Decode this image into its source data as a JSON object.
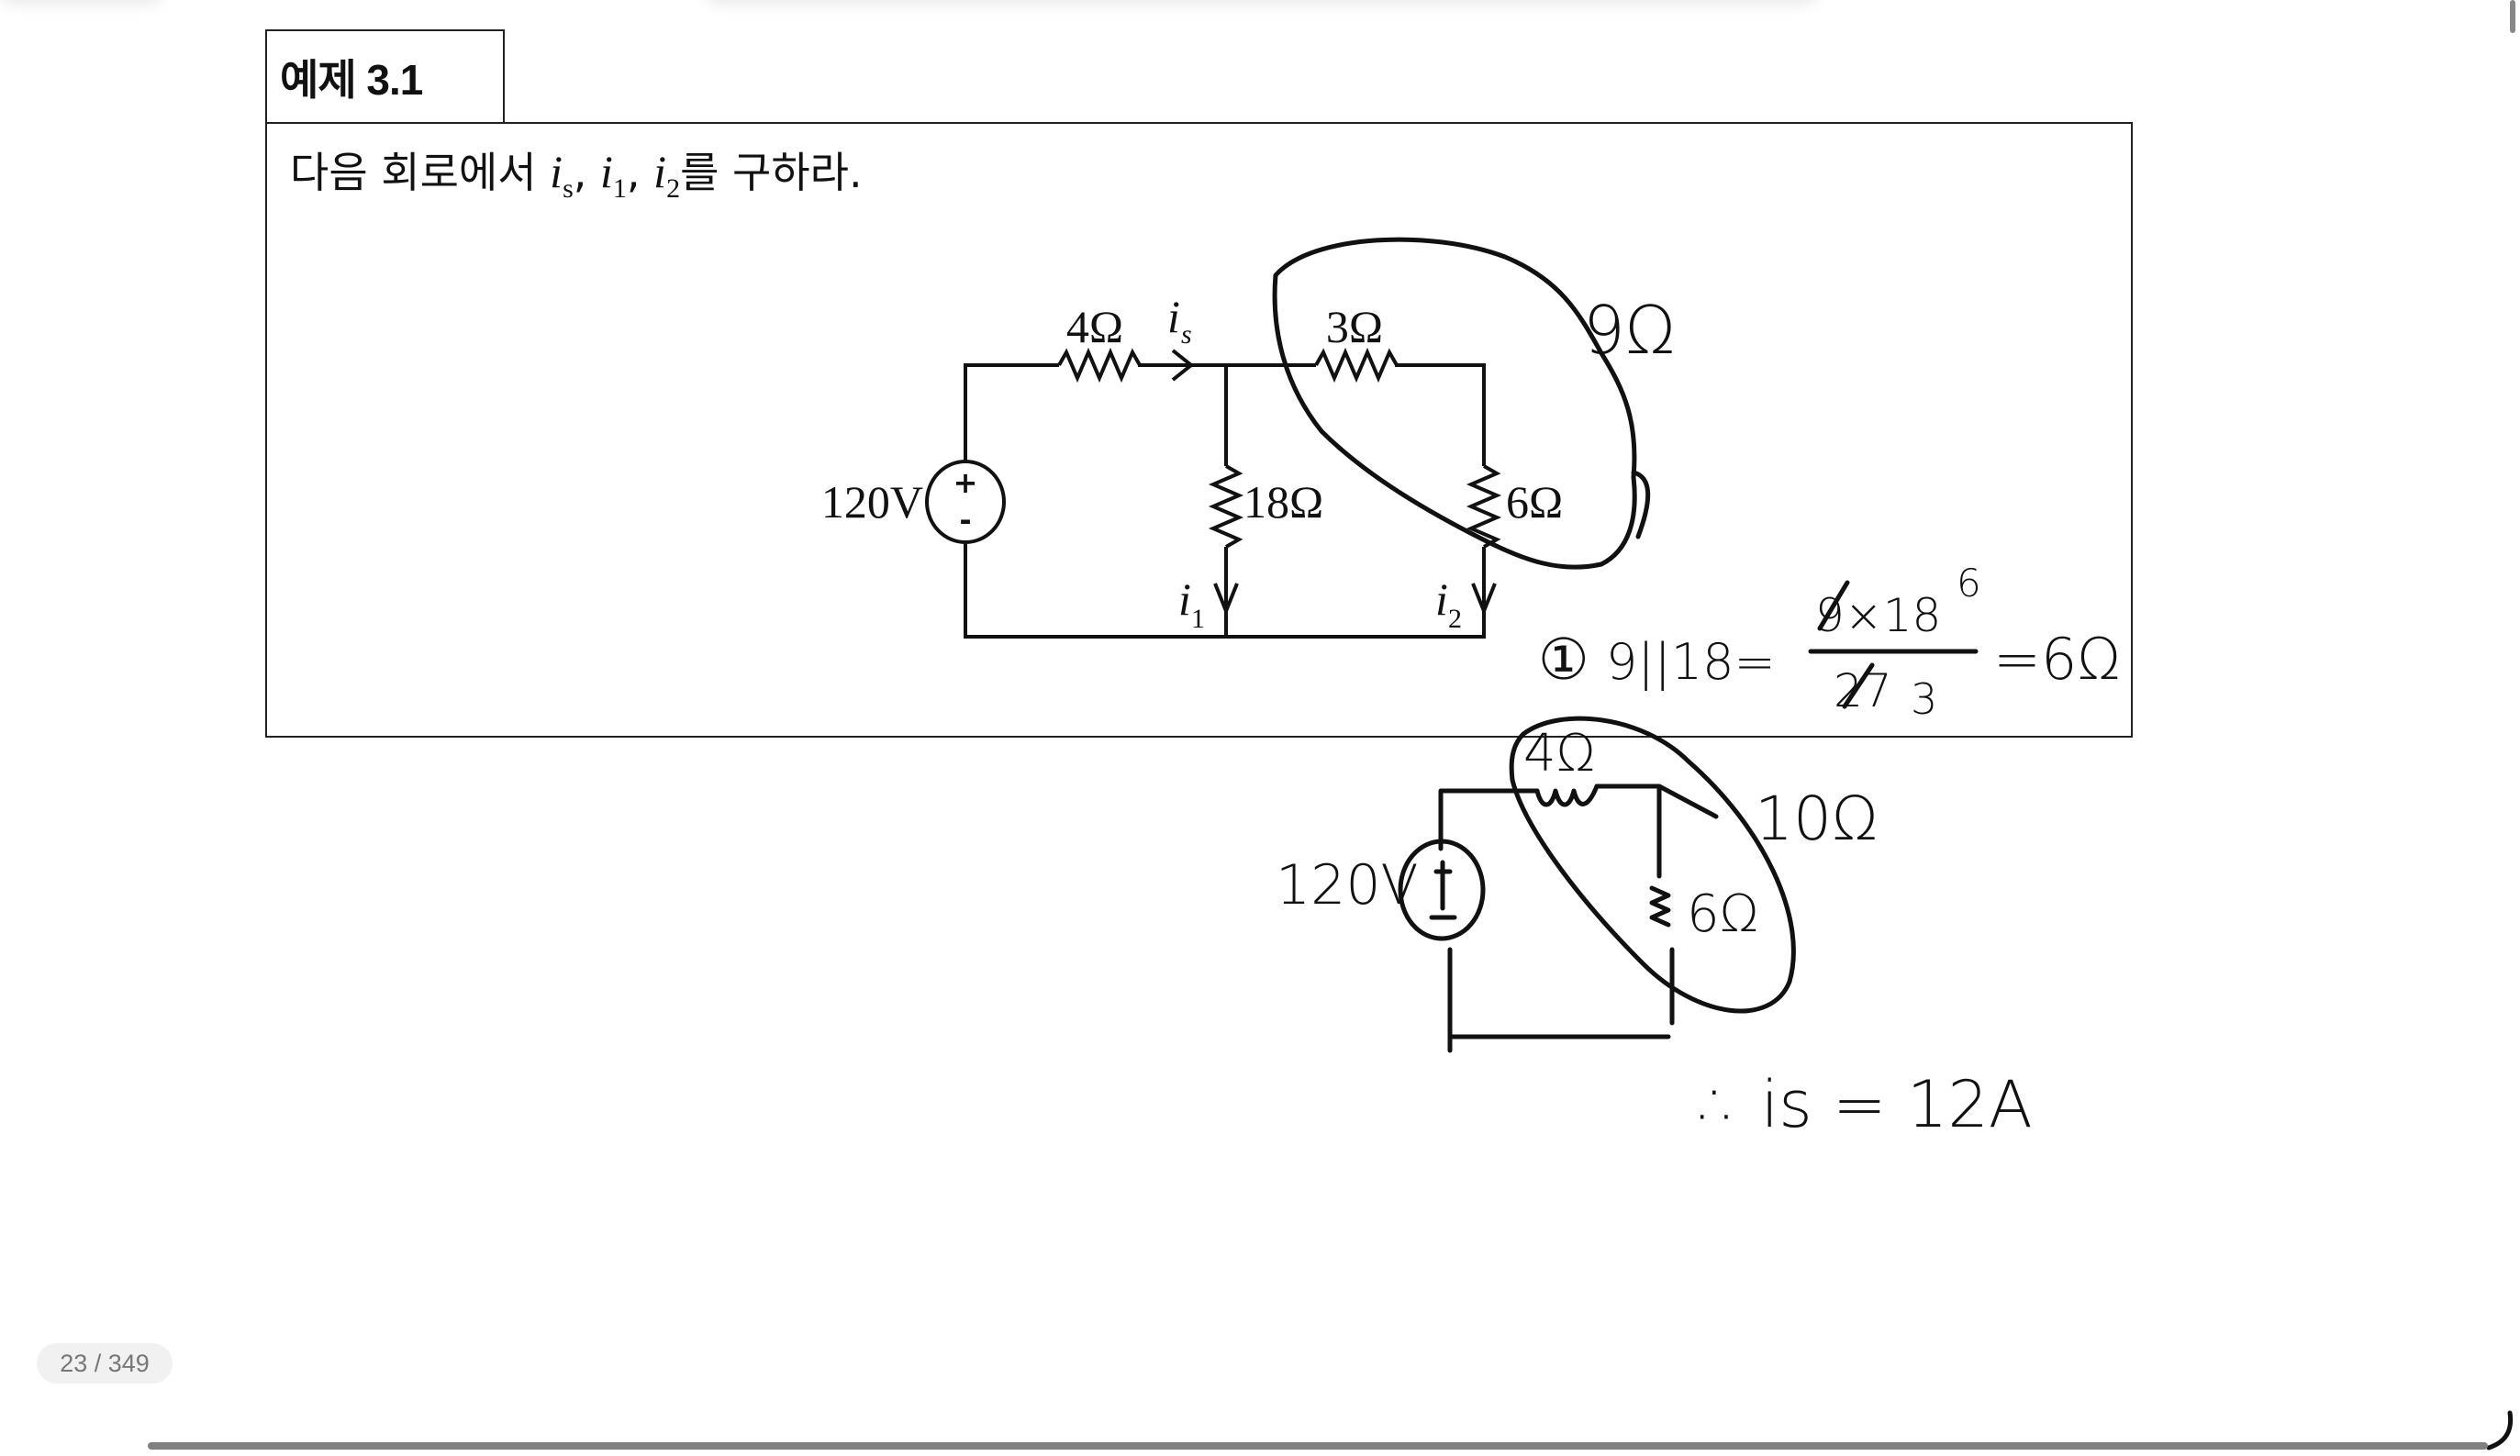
{
  "example": {
    "title": "예제 3.1",
    "problem_prefix": "다음 회로에서",
    "var_is": "i",
    "var_is_sub": "s",
    "var_i1": "i",
    "var_i1_sub": "1",
    "var_i2": "i",
    "var_i2_sub": "2",
    "sep": ",",
    "problem_suffix": "를 구하라."
  },
  "circuit": {
    "source_label": "120V",
    "plus": "+",
    "minus": "-",
    "r1": "4Ω",
    "r2": "3Ω",
    "r3": "18Ω",
    "r4": "6Ω",
    "is": "i",
    "is_sub": "s",
    "i1": "i",
    "i1_sub": "1",
    "i2": "i",
    "i2_sub": "2"
  },
  "handwriting": {
    "loop_label": "9Ω",
    "step": "①",
    "parallel": "9||18=",
    "numerator": "9×18",
    "numerator_reduced": "6",
    "denominator": "27",
    "denominator_reduced": "3",
    "result": "=6Ω",
    "small_source": "120V",
    "small_r1": "4Ω",
    "small_r2": "6Ω",
    "total": "10Ω",
    "answer": "∴ is = 12A"
  },
  "viewer": {
    "page_indicator": "23 / 349"
  }
}
